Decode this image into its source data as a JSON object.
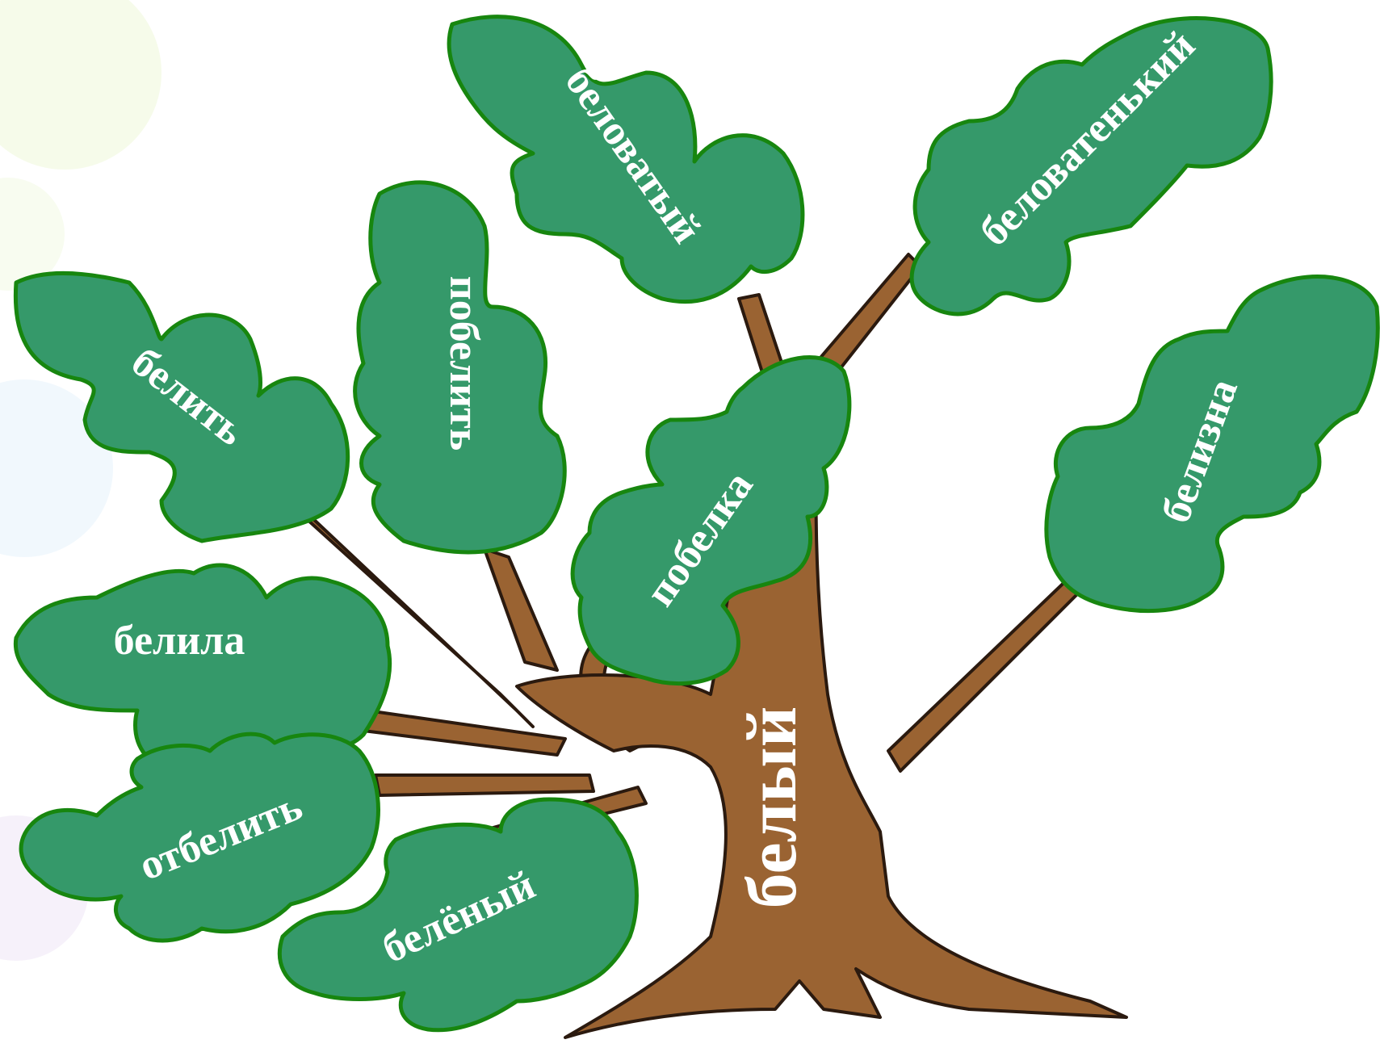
{
  "tree": {
    "trunk_word": "белый",
    "leaves": {
      "belit": "белить",
      "pobelit": "побелить",
      "belovaty": "беловатый",
      "belovatenky": "беловатенький",
      "pobelka": "побелка",
      "belizna": "белизна",
      "belila": "белила",
      "otbelit": "отбелить",
      "belyony": "белёный"
    }
  },
  "colors": {
    "leaf_fill": "#35996a",
    "leaf_outline": "#17860f",
    "trunk_fill": "#9a6332",
    "trunk_outline": "#2b1a0f",
    "text": "#ffffff"
  }
}
